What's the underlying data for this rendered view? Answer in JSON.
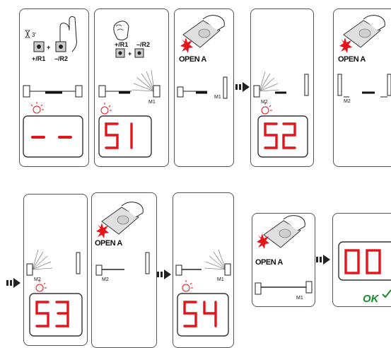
{
  "button_labels": {
    "time": "3'",
    "plus_r1": "+/R1",
    "minus_r2": "–/R2",
    "plus_sign": "+"
  },
  "remote_button": "OPEN A",
  "motor_labels": {
    "m1": "M1",
    "m2": "M2"
  },
  "display_codes": [
    "- -",
    "51",
    "52",
    "53",
    "54",
    "00"
  ],
  "confirmation": "OK",
  "colors": {
    "segment": "#e4141b",
    "ok": "#1a8a2a",
    "stroke": "#333333"
  }
}
